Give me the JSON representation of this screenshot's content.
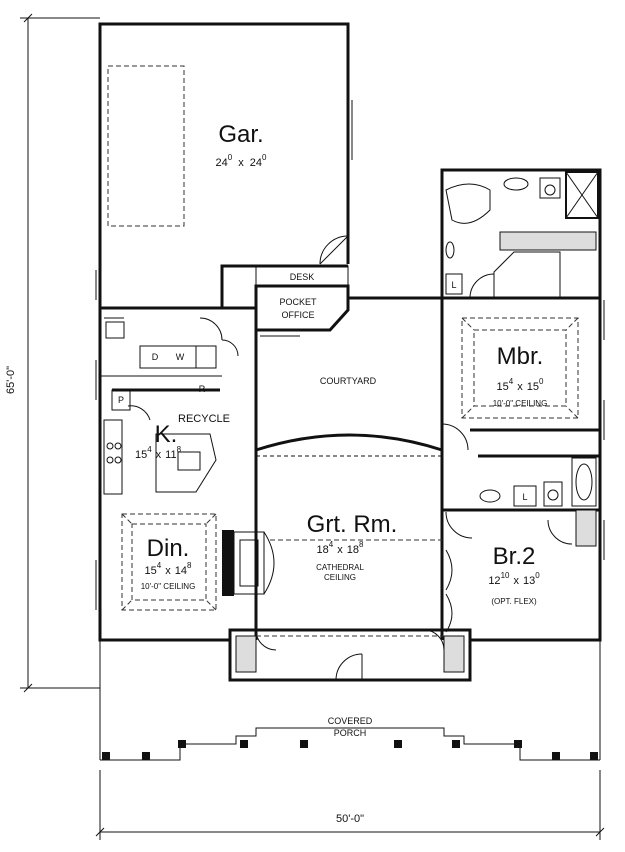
{
  "dimensions": {
    "overall_depth": "65'-0\"",
    "overall_width": "50'-0\""
  },
  "rooms": {
    "garage": {
      "name": "Gar.",
      "w": "24",
      "w_in": "0",
      "x": "x",
      "d": "24",
      "d_in": "0"
    },
    "master": {
      "name": "Mbr.",
      "w": "15",
      "w_in": "4",
      "x": "x",
      "d": "15",
      "d_in": "0",
      "ceiling": "10'-0\" CEILING"
    },
    "kitchen": {
      "name": "K.",
      "w": "15",
      "w_in": "4",
      "x": "x",
      "d": "11",
      "d_in": "8"
    },
    "dining": {
      "name": "Din.",
      "w": "15",
      "w_in": "4",
      "x": "x",
      "d": "14",
      "d_in": "8",
      "ceiling": "10'-0\" CEILING"
    },
    "great_room": {
      "name": "Grt. Rm.",
      "w": "18",
      "w_in": "4",
      "x": "x",
      "d": "18",
      "d_in": "8",
      "ceiling_1": "CATHEDRAL",
      "ceiling_2": "CEILING"
    },
    "bedroom2": {
      "name": "Br.2",
      "w": "12",
      "w_in": "10",
      "x": "x",
      "d": "13",
      "d_in": "0",
      "note": "(OPT. FLEX)"
    }
  },
  "labels": {
    "desk": "DESK",
    "pocket_1": "POCKET",
    "pocket_2": "OFFICE",
    "courtyard": "COURTYARD",
    "recycle": "RECYCLE",
    "porch_1": "COVERED",
    "porch_2": "PORCH",
    "dryer": "D",
    "washer": "W",
    "refrigerator": "R",
    "pantry": "P",
    "linen_master": "L",
    "linen_bath": "L"
  }
}
